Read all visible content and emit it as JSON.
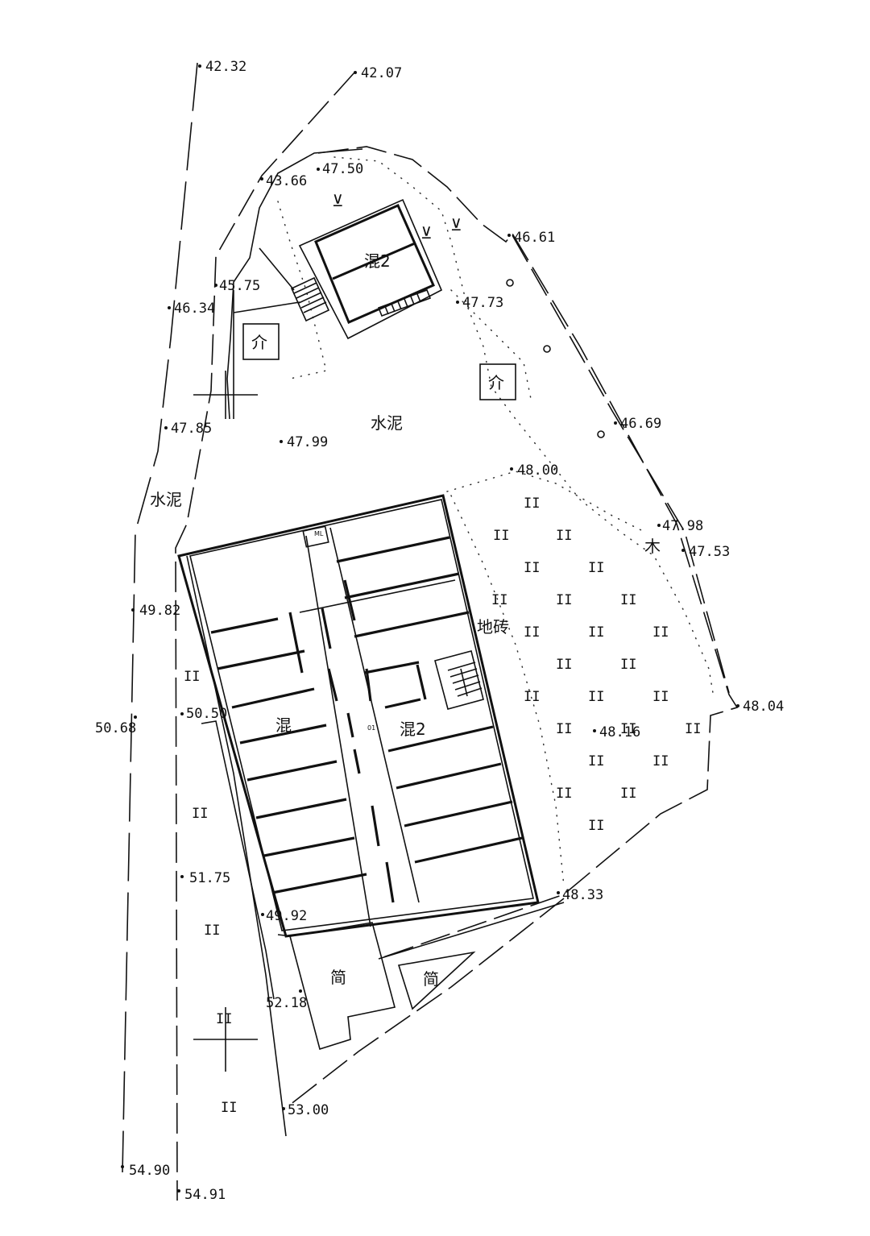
{
  "map": {
    "elevation_points": [
      {
        "id": "e1",
        "value": "42.32"
      },
      {
        "id": "e2",
        "value": "42.07"
      },
      {
        "id": "e3",
        "value": "43.66"
      },
      {
        "id": "e4",
        "value": "47.50"
      },
      {
        "id": "e5",
        "value": "46.61"
      },
      {
        "id": "e6",
        "value": "45.75"
      },
      {
        "id": "e7",
        "value": "46.34"
      },
      {
        "id": "e8",
        "value": "47.73"
      },
      {
        "id": "e9",
        "value": "46.69"
      },
      {
        "id": "e10",
        "value": "47.85"
      },
      {
        "id": "e11",
        "value": "47.99"
      },
      {
        "id": "e12",
        "value": "48.00"
      },
      {
        "id": "e13",
        "value": "47.98"
      },
      {
        "id": "e14",
        "value": "47.53"
      },
      {
        "id": "e15",
        "value": "49.82"
      },
      {
        "id": "e16",
        "value": "48.04"
      },
      {
        "id": "e17",
        "value": "50.50"
      },
      {
        "id": "e18",
        "value": "50.68"
      },
      {
        "id": "e19",
        "value": "48.16"
      },
      {
        "id": "e20",
        "value": "51.75"
      },
      {
        "id": "e21",
        "value": "48.33"
      },
      {
        "id": "e22",
        "value": "49.92"
      },
      {
        "id": "e23",
        "value": "52.18"
      },
      {
        "id": "e24",
        "value": "53.00"
      },
      {
        "id": "e25",
        "value": "54.90"
      },
      {
        "id": "e26",
        "value": "54.91"
      }
    ],
    "area_labels": [
      {
        "id": "a1",
        "text": "混2"
      },
      {
        "id": "a2",
        "text": "水泥"
      },
      {
        "id": "a3",
        "text": "水泥"
      },
      {
        "id": "a4",
        "text": "木"
      },
      {
        "id": "a5",
        "text": "地砖"
      },
      {
        "id": "a6",
        "text": "混"
      },
      {
        "id": "a7",
        "text": "混2"
      },
      {
        "id": "a8",
        "text": "简"
      },
      {
        "id": "a9",
        "text": "简"
      }
    ],
    "small_labels": {
      "ml": "ML",
      "code": "01"
    },
    "symbols": {
      "vegetation_mark": "II",
      "grass_mark": "⊻",
      "pavilion_mark": "介"
    }
  }
}
